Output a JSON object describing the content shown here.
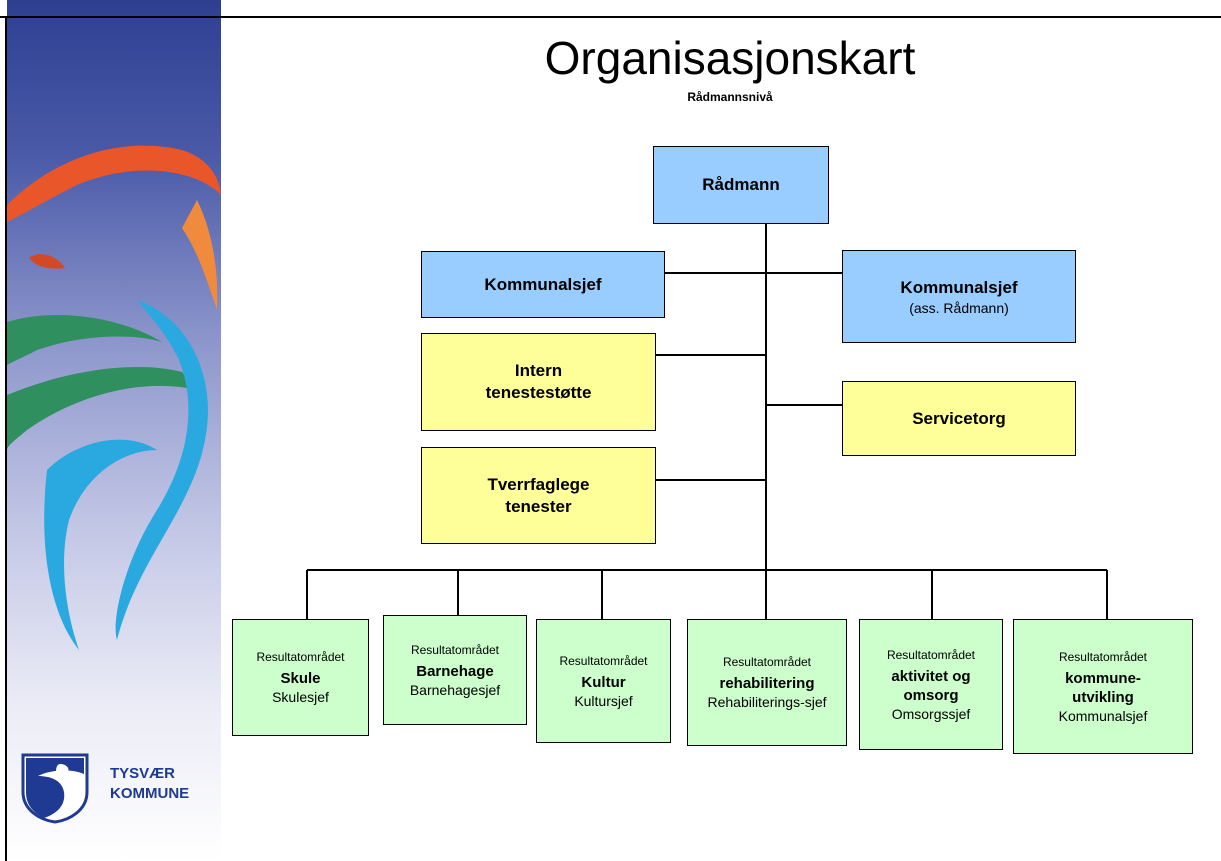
{
  "title": "Organisasjonskart",
  "subtitle": "Rådmannsnivå",
  "logo": {
    "line1": "TYSVÆR",
    "line2": "KOMMUNE"
  },
  "top": {
    "label": "Rådmann"
  },
  "left_boxes": [
    {
      "label": "Kommunalsjef"
    },
    {
      "label": "Intern tenestestøtte"
    },
    {
      "label": "Tverrfaglege tenester"
    }
  ],
  "right_boxes": [
    {
      "label": "Kommunalsjef",
      "sub": "(ass. Rådmann)"
    },
    {
      "label": "Servicetorg"
    }
  ],
  "results": [
    {
      "kicker": "Resultatområdet",
      "head": "Skule",
      "role": "Skulesjef"
    },
    {
      "kicker": "Resultatområdet",
      "head": "Barnehage",
      "role": "Barnehagesjef"
    },
    {
      "kicker": "Resultatområdet",
      "head": "Kultur",
      "role": "Kultursjef"
    },
    {
      "kicker": "Resultatområdet",
      "head": "rehabilitering",
      "role": "Rehabiliterings-sjef"
    },
    {
      "kicker": "Resultatområdet",
      "head": "aktivitet og omsorg",
      "role": "Omsorgssjef"
    },
    {
      "kicker": "Resultatområdet",
      "head": "kommune-utvikling",
      "role": "Kommunalsjef"
    }
  ],
  "colors": {
    "leader": "#99ccff",
    "staff": "#ffff99",
    "results": "#ccffcc",
    "logo_text": "#1f3a93",
    "panel_top": "#2e3f92"
  }
}
